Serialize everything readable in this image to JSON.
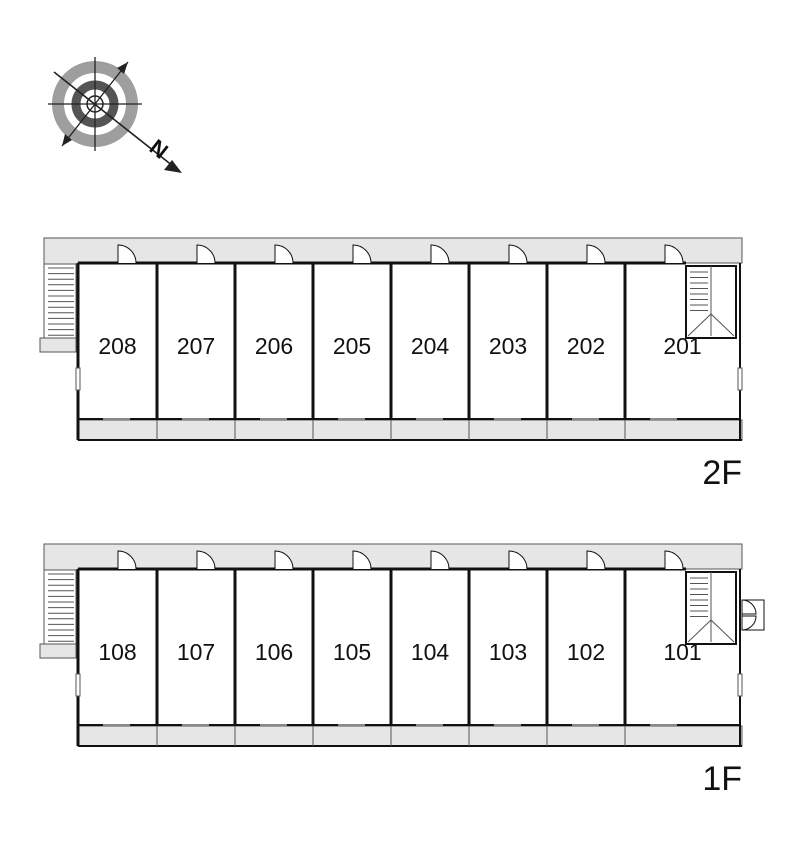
{
  "compass": {
    "north_letter": "N",
    "icon": "compass-rose-icon"
  },
  "colors": {
    "walkway": "#e6e6e6",
    "wall": "#111111",
    "line": "#555555",
    "compass_ring": "#9e9e9e",
    "compass_inner": "#555555"
  },
  "floors": [
    {
      "id": "2f",
      "label": "2F",
      "rooms": [
        "208",
        "207",
        "206",
        "205",
        "204",
        "203",
        "202",
        "201"
      ],
      "entrance": false
    },
    {
      "id": "1f",
      "label": "1F",
      "rooms": [
        "108",
        "107",
        "106",
        "105",
        "104",
        "103",
        "102",
        "101"
      ],
      "entrance": true
    }
  ]
}
